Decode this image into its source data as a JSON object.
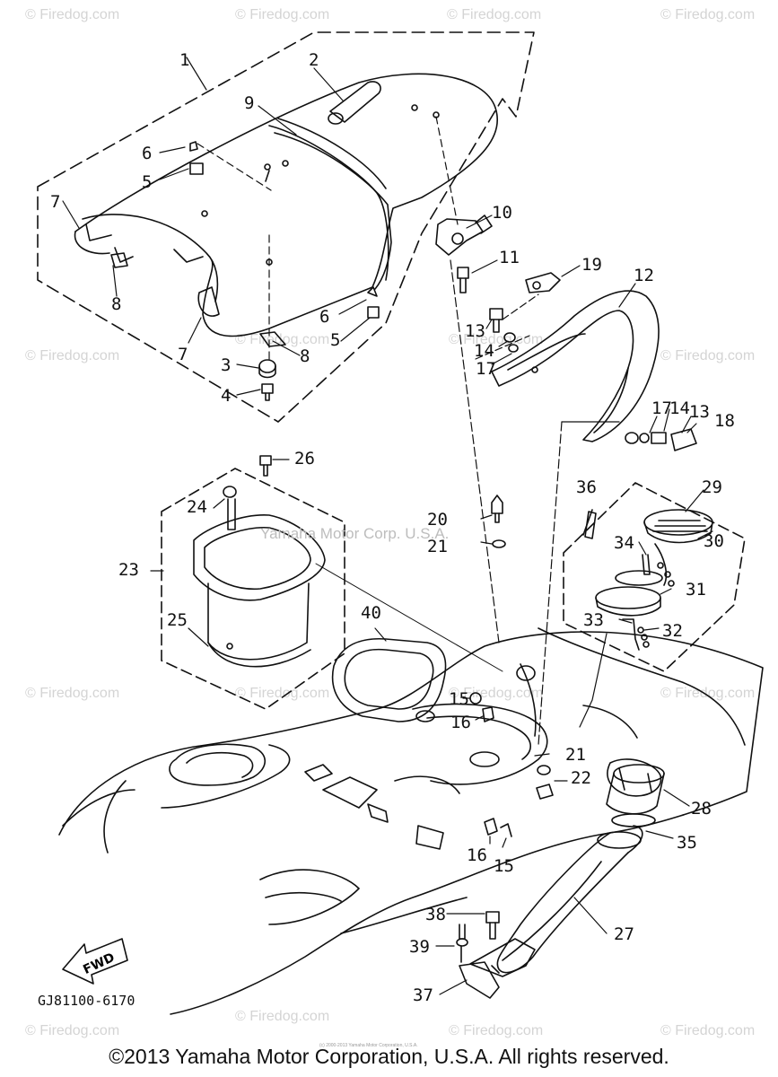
{
  "watermark": "© Firedog.com",
  "center_watermark": "Yamaha Motor Corp. U.S.A.",
  "tiny_credit": "(c) 2000-2013 Yamaha Motor Corporation, U.S.A.",
  "direction_label": "FWD",
  "diagram_code": "GJ81100-6170",
  "footer": "©2013 Yamaha Motor Corporation, U.S.A. All rights reserved.",
  "callouts": [
    "1",
    "2",
    "3",
    "4",
    "5",
    "5",
    "6",
    "6",
    "7",
    "7",
    "8",
    "8",
    "9",
    "10",
    "11",
    "12",
    "13",
    "13",
    "14",
    "14",
    "15",
    "15",
    "16",
    "16",
    "17",
    "17",
    "18",
    "19",
    "20",
    "21",
    "21",
    "22",
    "23",
    "24",
    "25",
    "26",
    "27",
    "28",
    "29",
    "30",
    "31",
    "32",
    "33",
    "34",
    "35",
    "36",
    "37",
    "38",
    "39",
    "40"
  ]
}
